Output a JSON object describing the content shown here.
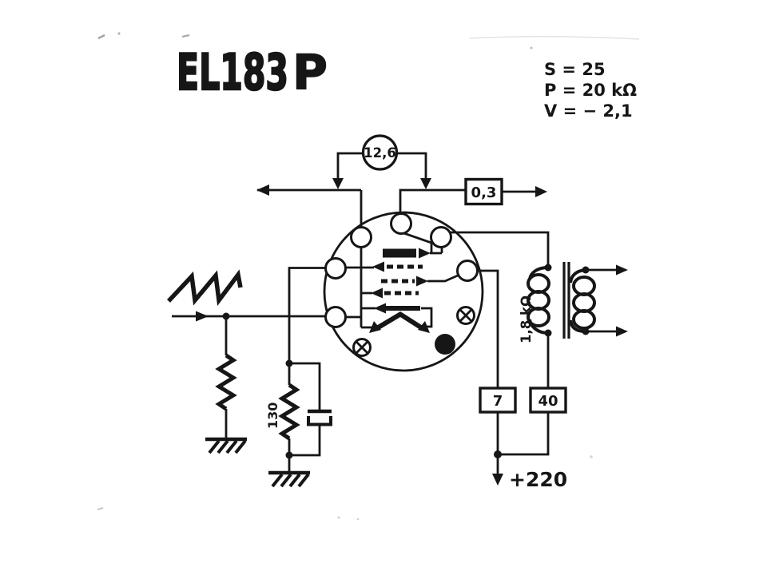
{
  "page": {
    "background": "#ffffff",
    "ink": "#161616"
  },
  "title": {
    "tube_type": "EL183",
    "variant": "P"
  },
  "parameters": {
    "transconductance": "S = 25",
    "plate_resistance": "P = 20 kΩ",
    "grid_voltage": "V = − 2,1"
  },
  "labels": {
    "heater_voltage": "12,6",
    "heater_current": "0,3",
    "screen_current": "7",
    "anode_current": "40",
    "supply_voltage": "+220",
    "cathode_resistor": "130",
    "primary_load": "1,8 kΩ"
  }
}
